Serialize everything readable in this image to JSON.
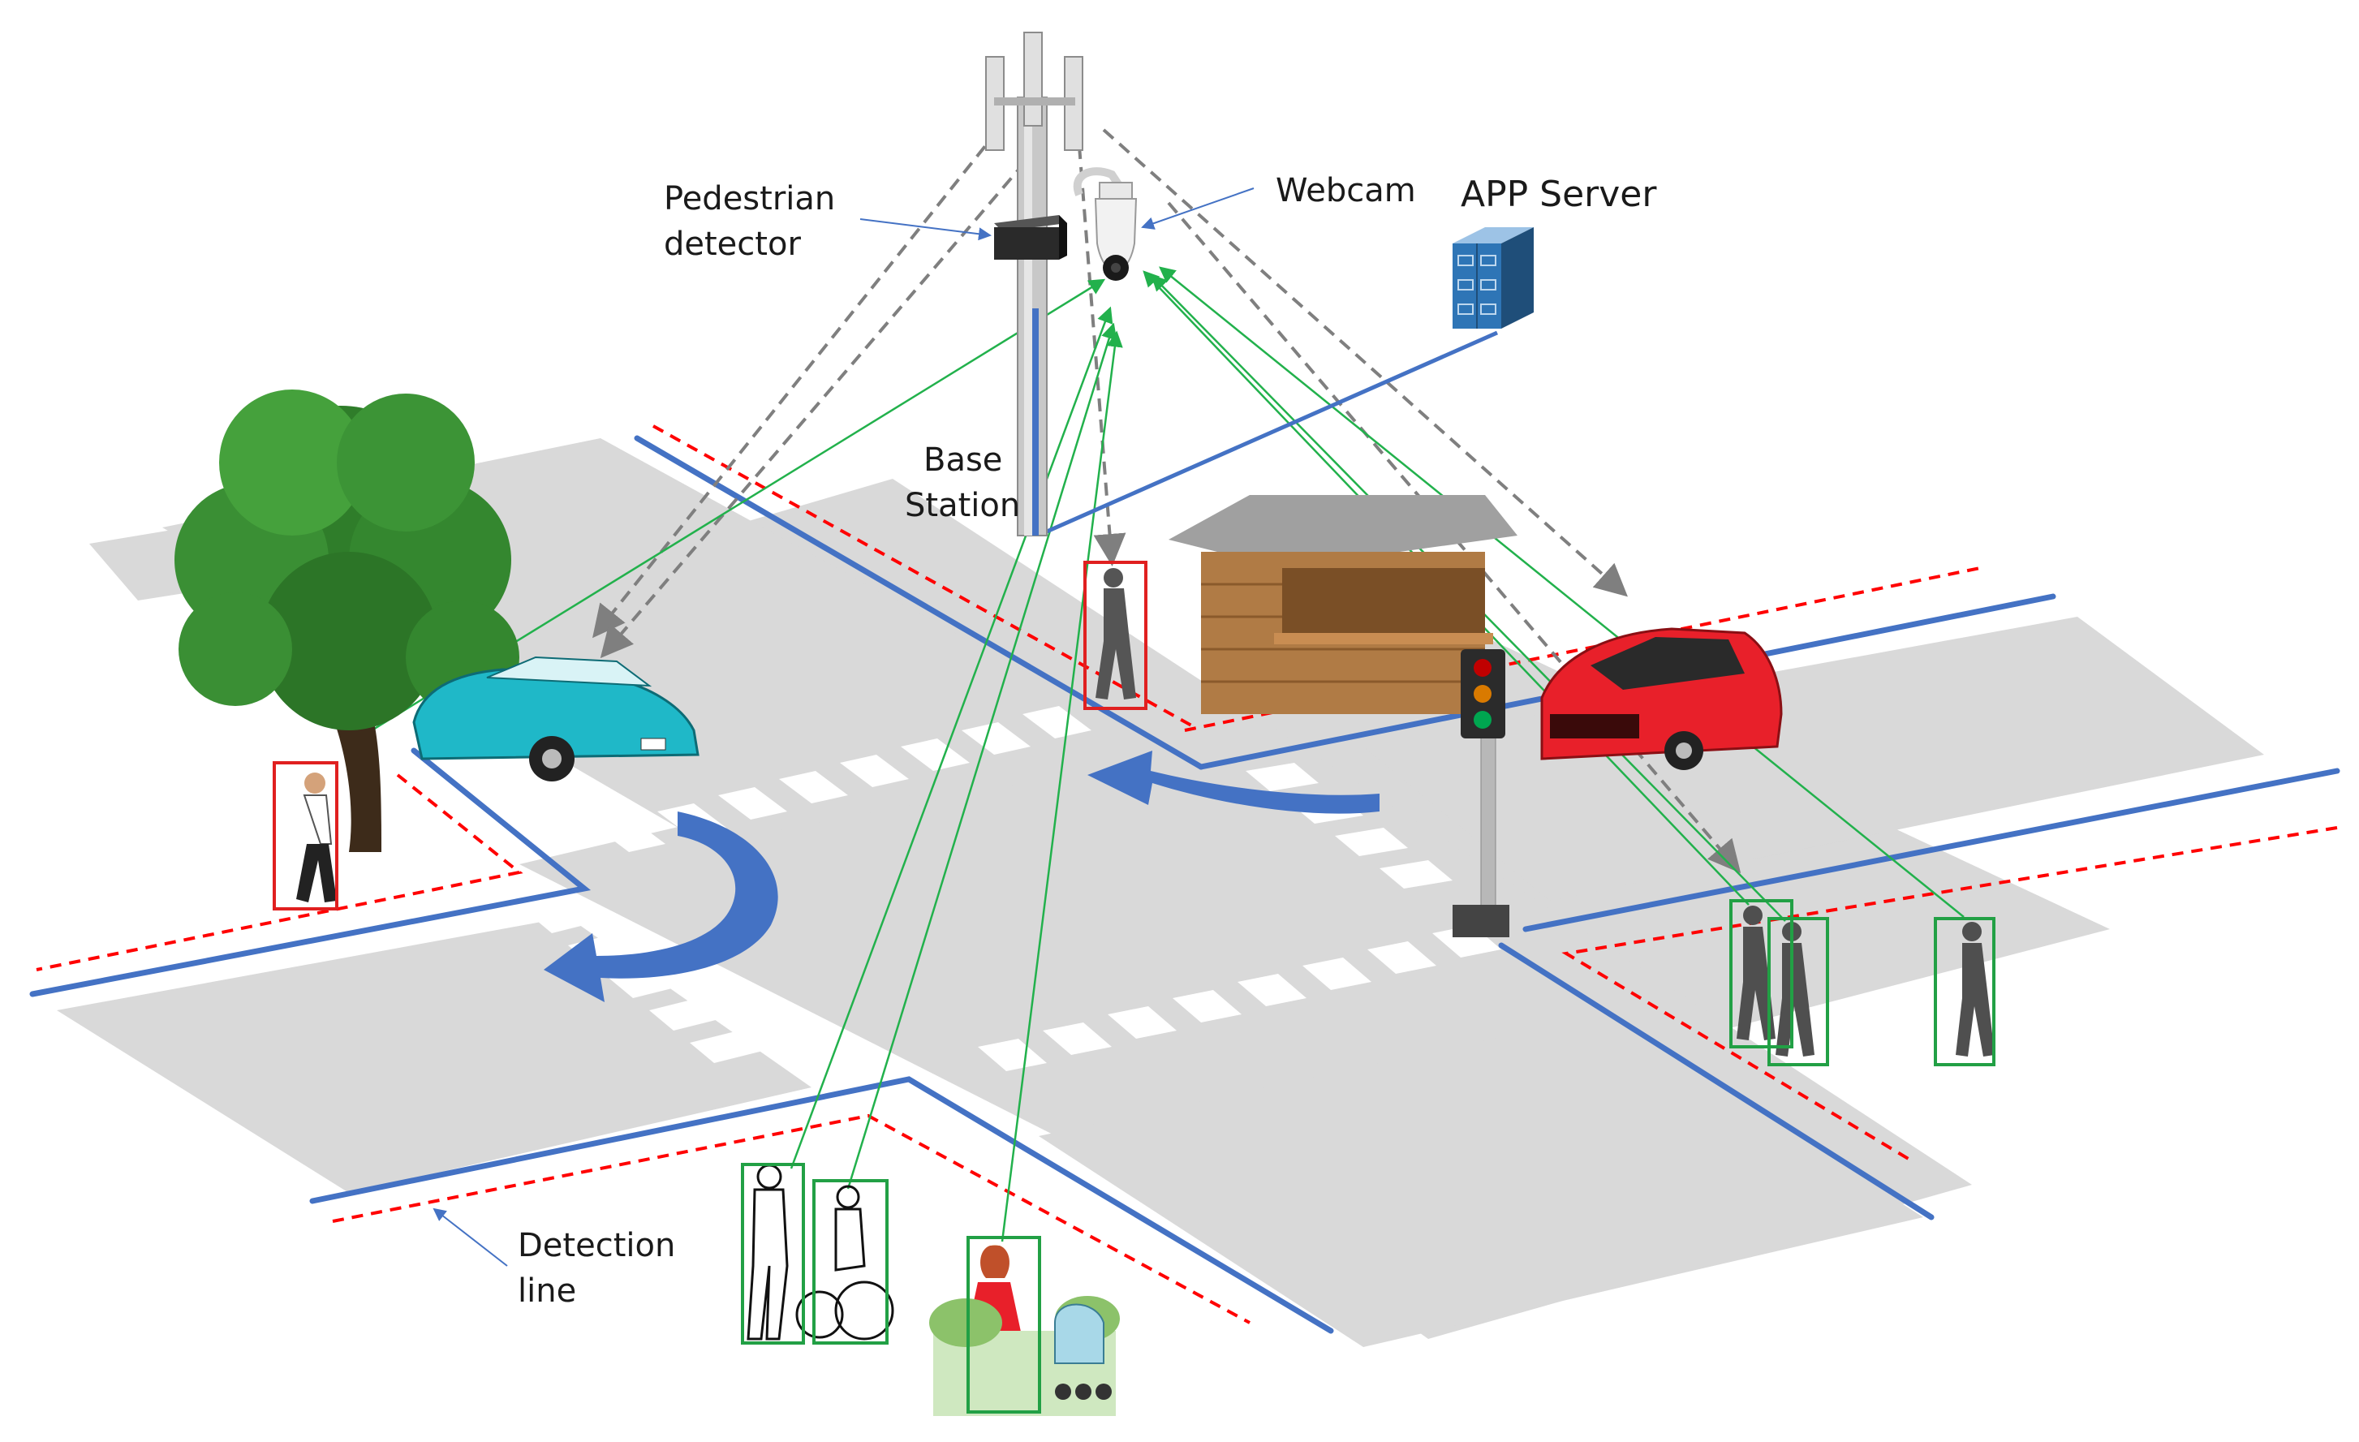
{
  "labels": {
    "pedestrian_detector_line1": "Pedestrian",
    "pedestrian_detector_line2": "detector",
    "webcam": "Webcam",
    "app_server": "APP Server",
    "base_station_line1": "Base",
    "base_station_line2": "Station",
    "detection_line_line1": "Detection",
    "detection_line_line2": "line"
  },
  "colors": {
    "road_surface": "#d9d9d9",
    "crosswalk_stripe": "#ffffff",
    "curb_line": "#4472c4",
    "detection_line": "#ff0000",
    "camera_link": "#22b14c",
    "coverage_arrow": "#7f7f7f",
    "server_link": "#4472c4",
    "turn_arrow": "#4472c4",
    "alert_box": "#e02020",
    "safe_box": "#22a045",
    "car_left": "#1fb8c8",
    "car_right": "#e8202a",
    "server_body": "#2e75b6"
  },
  "icons": [
    "tower-icon",
    "pedestrian-detector-icon",
    "webcam-icon",
    "app-server-icon",
    "tree-icon",
    "kiosk-icon",
    "traffic-light-icon",
    "car-icon",
    "pedestrian-icon",
    "cyclist-icon",
    "stroller-icon"
  ]
}
